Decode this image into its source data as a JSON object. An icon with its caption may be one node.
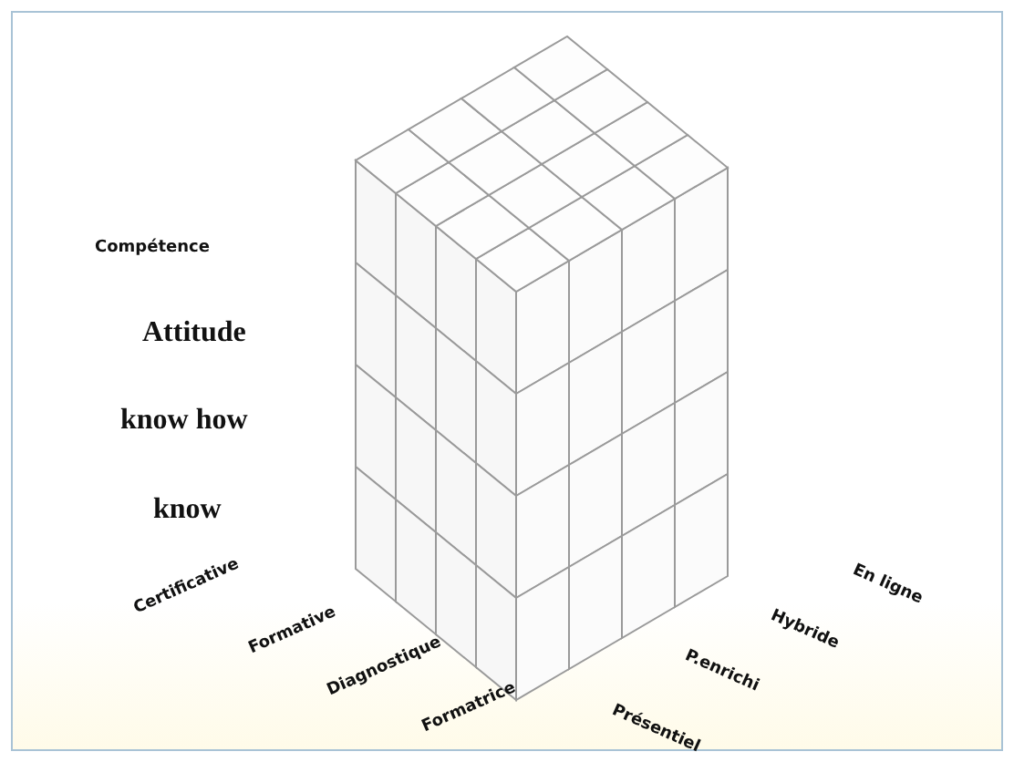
{
  "diagram": {
    "labels": [
      "Compétence",
      "Attitude",
      "know how",
      "know",
      "Certificative",
      "Formative",
      "Diagnostique",
      "Formatrice",
      "Présentiel",
      "P.enrichi",
      "Hybride",
      "En ligne"
    ]
  }
}
